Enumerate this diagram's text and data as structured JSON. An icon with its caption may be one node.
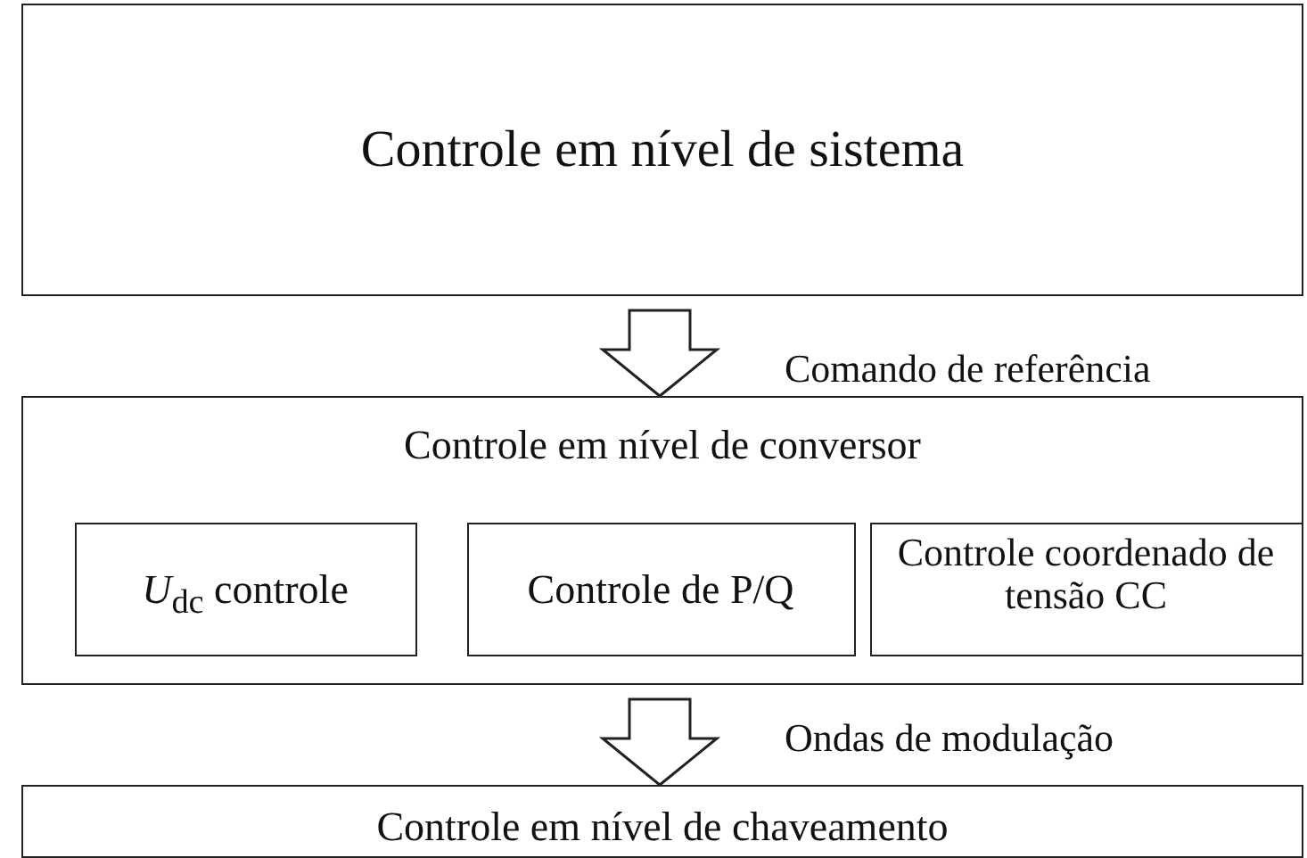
{
  "diagram": {
    "nodes": [
      {
        "text": [
          "Controle em nível de sistema"
        ]
      },
      {
        "text": [
          "Controle em nível de conversor"
        ]
      },
      {
        "text": [
          "*U*$_{dc}$ controle"
        ],
        "in": 1
      },
      {
        "text": [
          "Controle de P/Q"
        ],
        "in": 1
      },
      {
        "text": [
          "Controle coordenado de tensão CC"
        ],
        "in": 1
      },
      {
        "text": [
          "Controle em nível de chaveamento"
        ]
      }
    ],
    "edges": [
      {
        "from": 0,
        "to": 1,
        "arrow": "to",
        "label": "Comando de referência"
      },
      {
        "from": 1,
        "to": 5,
        "arrow": "to",
        "label": "Ondas de modulação"
      }
    ]
  }
}
